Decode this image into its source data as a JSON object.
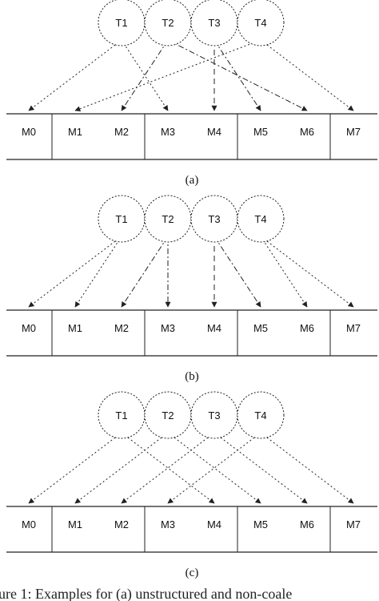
{
  "figure": {
    "bottom_text": "ure 1: Examples for (a) unstructured and non-coale",
    "panels": [
      {
        "caption": "(a)",
        "threads": [
          "T1",
          "T2",
          "T3",
          "T4"
        ],
        "memories": [
          "M0",
          "M1",
          "M2",
          "M3",
          "M4",
          "M5",
          "M6",
          "M7"
        ],
        "accesses": [
          {
            "from": "T1",
            "to": "M0",
            "style": "dotted"
          },
          {
            "from": "T1",
            "to": "M3",
            "style": "dotted"
          },
          {
            "from": "T2",
            "to": "M2",
            "style": "dash-dot"
          },
          {
            "from": "T2",
            "to": "M6",
            "style": "dash-dot"
          },
          {
            "from": "T3",
            "to": "M4",
            "style": "dashed"
          },
          {
            "from": "T3",
            "to": "M5",
            "style": "dash-dot"
          },
          {
            "from": "T4",
            "to": "M1",
            "style": "dotted"
          },
          {
            "from": "T4",
            "to": "M7",
            "style": "dotted"
          }
        ]
      },
      {
        "caption": "(b)",
        "threads": [
          "T1",
          "T2",
          "T3",
          "T4"
        ],
        "memories": [
          "M0",
          "M1",
          "M2",
          "M3",
          "M4",
          "M5",
          "M6",
          "M7"
        ],
        "accesses": [
          {
            "from": "T1",
            "to": "M0",
            "style": "dotted"
          },
          {
            "from": "T1",
            "to": "M1",
            "style": "dotted"
          },
          {
            "from": "T2",
            "to": "M2",
            "style": "dash-dot"
          },
          {
            "from": "T2",
            "to": "M3",
            "style": "dash-dot"
          },
          {
            "from": "T3",
            "to": "M4",
            "style": "dashed"
          },
          {
            "from": "T3",
            "to": "M5",
            "style": "dash-dot"
          },
          {
            "from": "T4",
            "to": "M6",
            "style": "dotted"
          },
          {
            "from": "T4",
            "to": "M7",
            "style": "dotted"
          }
        ]
      },
      {
        "caption": "(c)",
        "threads": [
          "T1",
          "T2",
          "T3",
          "T4"
        ],
        "memories": [
          "M0",
          "M1",
          "M2",
          "M3",
          "M4",
          "M5",
          "M6",
          "M7"
        ],
        "accesses": [
          {
            "from": "T1",
            "to": "M0",
            "style": "dotted"
          },
          {
            "from": "T1",
            "to": "M4",
            "style": "dotted"
          },
          {
            "from": "T2",
            "to": "M1",
            "style": "dotted"
          },
          {
            "from": "T2",
            "to": "M5",
            "style": "dotted"
          },
          {
            "from": "T3",
            "to": "M2",
            "style": "dotted"
          },
          {
            "from": "T3",
            "to": "M6",
            "style": "dotted"
          },
          {
            "from": "T4",
            "to": "M3",
            "style": "dotted"
          },
          {
            "from": "T4",
            "to": "M7",
            "style": "dotted"
          }
        ]
      }
    ]
  }
}
